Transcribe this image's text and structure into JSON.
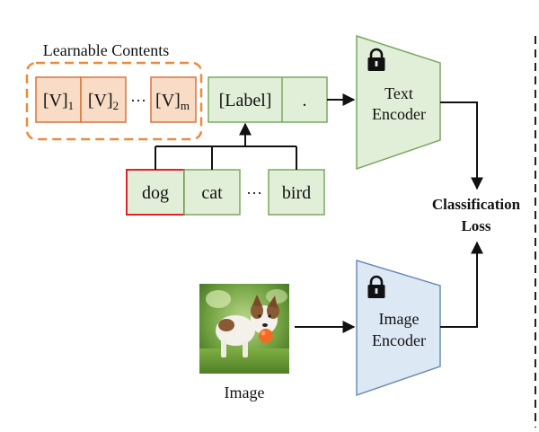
{
  "learnable_title": "Learnable Contents",
  "tokens": [
    {
      "base": "[V]",
      "sub": "1"
    },
    {
      "base": "[V]",
      "sub": "2"
    },
    {
      "base": "[V]",
      "sub": "m"
    }
  ],
  "ellipsis": "···",
  "label_token": "[Label]",
  "period_token": ".",
  "classes": [
    "dog",
    "cat",
    "bird"
  ],
  "selected_class": "dog",
  "text_encoder": {
    "line1": "Text",
    "line2": "Encoder"
  },
  "image_encoder": {
    "line1": "Image",
    "line2": "Encoder"
  },
  "loss": {
    "line1": "Classification",
    "line2": "Loss"
  },
  "image_caption": "Image",
  "colors": {
    "learnable_fill": "#f8dcc6",
    "learnable_stroke": "#d9743a",
    "dashed_border": "#ec8a3c",
    "green_fill": "#e2efd8",
    "green_stroke": "#7aa860",
    "blue_fill": "#dde8f5",
    "blue_stroke": "#6d8db6",
    "selected_stroke": "#e0232a",
    "divider": "#222222"
  },
  "icons": [
    "lock-icon",
    "dog-photo"
  ]
}
